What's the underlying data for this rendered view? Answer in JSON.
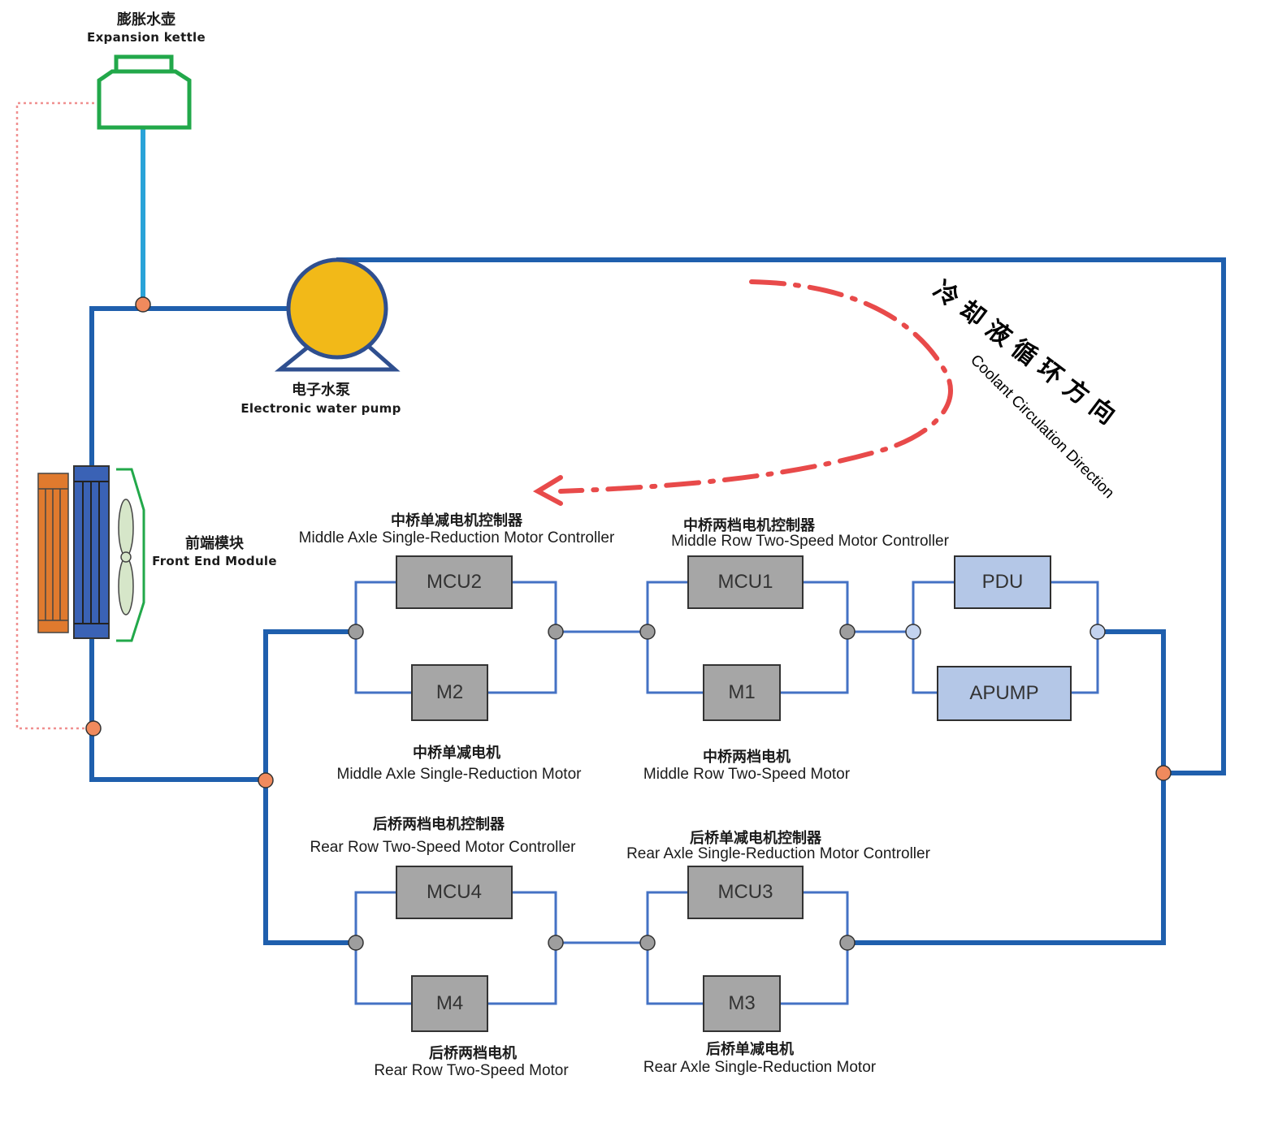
{
  "labels": {
    "expansion_kettle_cn": "膨胀水壶",
    "expansion_kettle_en": "Expansion kettle",
    "pump_cn": "电子水泵",
    "pump_en": "Electronic water pump",
    "front_module_cn": "前端模块",
    "front_module_en": "Front End Module",
    "mcu2_ctrl_cn": "中桥单减电机控制器",
    "mcu2_ctrl_en": "Middle Axle Single-Reduction Motor Controller",
    "mcu1_ctrl_cn": "中桥两档电机控制器",
    "mcu1_ctrl_en": "Middle Row Two-Speed Motor Controller",
    "m2_cn": "中桥单减电机",
    "m2_en": "Middle Axle Single-Reduction Motor",
    "m1_cn": "中桥两档电机",
    "m1_en": "Middle Row Two-Speed Motor",
    "mcu4_ctrl_cn": "后桥两档电机控制器",
    "mcu4_ctrl_en": "Rear Row Two-Speed Motor Controller",
    "mcu3_ctrl_cn": "后桥单减电机控制器",
    "mcu3_ctrl_en": "Rear Axle Single-Reduction Motor Controller",
    "m4_cn": "后桥两档电机",
    "m4_en": "Rear Row Two-Speed Motor",
    "m3_cn": "后桥单减电机",
    "m3_en": "Rear Axle Single-Reduction Motor",
    "direction_cn": "冷却液循环方向",
    "direction_en": "Coolant Circulation Direction"
  },
  "boxes": {
    "mcu2": "MCU2",
    "m2": "M2",
    "mcu1": "MCU1",
    "m1": "M1",
    "pdu": "PDU",
    "apump": "APUMP",
    "mcu4": "MCU4",
    "m4": "M4",
    "mcu3": "MCU3",
    "m3": "M3"
  },
  "colors": {
    "pipe": "#1f5fad",
    "branch_pipe": "#4472c4",
    "kettle_pipe": "#2aa3d8",
    "kettle": "#22a84a",
    "pump": "#f2b918",
    "radiator": "#e07a2e",
    "cooler": "#3a62b5",
    "fan": "#d6e6c9",
    "junction": "#f08a5d",
    "node_gray": "#9e9e9e",
    "node_blue": "#c3d3ef",
    "direction_arrow": "#e84a4a",
    "vent_line": "#f09090"
  }
}
